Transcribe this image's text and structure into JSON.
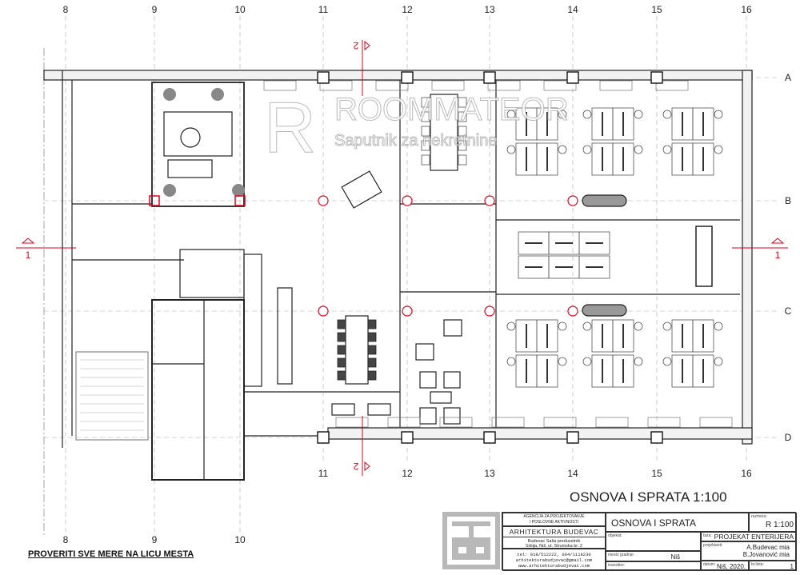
{
  "grid": {
    "columns": [
      "8",
      "9",
      "10",
      "11",
      "12",
      "13",
      "14",
      "15",
      "16"
    ],
    "rows": [
      "A",
      "B",
      "C",
      "D"
    ]
  },
  "sections": {
    "section_1": "1",
    "section_2": "2"
  },
  "watermark": {
    "letter": "R",
    "name": "ROOMMATEOR",
    "tagline": "Saputnik za nekretnine"
  },
  "drawing_title": "OSNOVA I SPRATA 1:100",
  "note": "PROVERITI SVE MERE NA LICU MESTA",
  "colors": {
    "section_red": "#e0001b",
    "wall": "#222222",
    "furniture": "#666666"
  },
  "title_block": {
    "agency_line1": "AGENCIJA ZA PROJEKTOVANJE",
    "agency_line2": "I POSLOVNE AKTIVNOSTI",
    "firm": "ARHITEKTURA BUDEVAC",
    "owner": "Budevac Saša preduzetnik",
    "address": "Srbija, Niš, ul. Strumska br. 2",
    "tel": "tel: 018/512222, 064/1119230",
    "email": "arhitekturabudjevac@gmail.com",
    "web": "www.arhitekturabudjevac.com",
    "sheet_title": "OSNOVA I SPRATA",
    "scale_label": "razmera:",
    "scale": "R 1:100",
    "object_label": "objekat:",
    "phase_label": "faza:",
    "phase": "PROJEKAT ENTERIJERA",
    "designers_label": "projektanti:",
    "designer1": "A.Budevac mia",
    "designer2": "B.Jovanović mia",
    "place_label": "mesto gradnje:",
    "place": "Niš",
    "investor_label": "investitor:",
    "date_label": "datum:",
    "date": "Niš, 2020.",
    "sheet_no_label": "br.lista:",
    "sheet_no": "1"
  }
}
